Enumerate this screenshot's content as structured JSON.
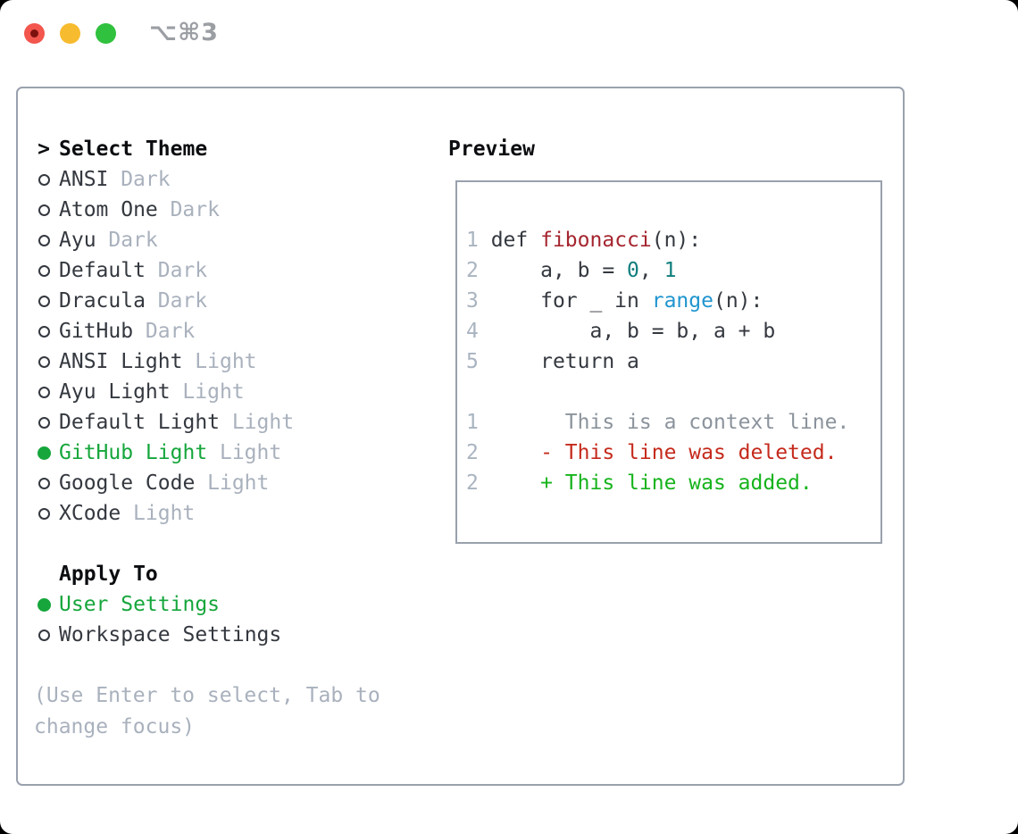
{
  "titlebar": {
    "shortcut": "⌥⌘3"
  },
  "colors": {
    "text": "#34383f",
    "heading": "#0b0d10",
    "muted": "#a9b1bd",
    "green": "#16a63c",
    "diff_add": "#16b31c",
    "diff_del": "#c52a1c",
    "func_red": "#a5252f",
    "num_teal": "#0f7e7d",
    "builtin_blue": "#2095cf",
    "lineno": "#a9b4c0",
    "context": "#8b939c",
    "border": "#99a1ad",
    "traffic_red": "#f2564d",
    "traffic_yellow": "#f7bb2f",
    "traffic_green": "#30c13e"
  },
  "theme_picker": {
    "prompt_marker": ">",
    "header": "Select Theme",
    "themes": [
      {
        "label": "ANSI",
        "tag": "Dark",
        "selected": false
      },
      {
        "label": "Atom One",
        "tag": "Dark",
        "selected": false
      },
      {
        "label": "Ayu",
        "tag": "Dark",
        "selected": false
      },
      {
        "label": "Default",
        "tag": "Dark",
        "selected": false
      },
      {
        "label": "Dracula",
        "tag": "Dark",
        "selected": false
      },
      {
        "label": "GitHub",
        "tag": "Dark",
        "selected": false
      },
      {
        "label": "ANSI Light",
        "tag": "Light",
        "selected": false
      },
      {
        "label": "Ayu Light",
        "tag": "Light",
        "selected": false
      },
      {
        "label": "Default Light",
        "tag": "Light",
        "selected": false
      },
      {
        "label": "GitHub Light",
        "tag": "Light",
        "selected": true
      },
      {
        "label": "Google Code",
        "tag": "Light",
        "selected": false
      },
      {
        "label": "XCode",
        "tag": "Light",
        "selected": false
      }
    ],
    "apply_to": {
      "header": "Apply To",
      "options": [
        {
          "label": "User Settings",
          "selected": true
        },
        {
          "label": "Workspace Settings",
          "selected": false
        }
      ]
    },
    "hint": "(Use Enter to select, Tab to change focus)"
  },
  "preview": {
    "title": "Preview",
    "lines": [
      {
        "no": "1",
        "segments": [
          {
            "t": " def ",
            "c": "text"
          },
          {
            "t": "fibonacci",
            "c": "func_red"
          },
          {
            "t": "(n):",
            "c": "text"
          }
        ]
      },
      {
        "no": "2",
        "segments": [
          {
            "t": "     a, b = ",
            "c": "text"
          },
          {
            "t": "0",
            "c": "num_teal"
          },
          {
            "t": ", ",
            "c": "text"
          },
          {
            "t": "1",
            "c": "num_teal"
          }
        ]
      },
      {
        "no": "3",
        "segments": [
          {
            "t": "     for _ in ",
            "c": "text"
          },
          {
            "t": "range",
            "c": "builtin_blue"
          },
          {
            "t": "(n):",
            "c": "text"
          }
        ]
      },
      {
        "no": "4",
        "segments": [
          {
            "t": "         a, b = b, a + b",
            "c": "text"
          }
        ]
      },
      {
        "no": "5",
        "segments": [
          {
            "t": "     return a",
            "c": "text"
          }
        ]
      },
      {
        "no": "",
        "segments": []
      },
      {
        "no": "1",
        "segments": [
          {
            "t": "       This is a context line.",
            "c": "context"
          }
        ]
      },
      {
        "no": "2",
        "segments": [
          {
            "t": "     - This line was deleted.",
            "c": "diff_del"
          }
        ]
      },
      {
        "no": "2",
        "segments": [
          {
            "t": "     + This line was added.",
            "c": "diff_add"
          }
        ]
      }
    ]
  }
}
